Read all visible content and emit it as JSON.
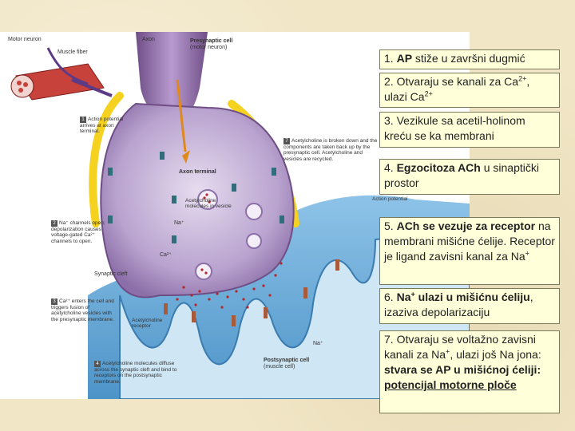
{
  "figure_labels": {
    "motor_neuron": "Motor neuron",
    "muscle_fiber": "Muscle fiber",
    "axon": "Axon",
    "presynaptic_cell": "Presynaptic cell",
    "presynaptic_cell_sub": "(motor neuron)",
    "step1_num": "1",
    "step1": "Action potential arrives at axon terminal.",
    "step7_num": "7",
    "step7": "Acetylcholine is broken down and the components are taken back up by the presynaptic cell. Acetylcholine and vesicles are recycled.",
    "axon_terminal": "Axon terminal",
    "ach_vesicle": "Acetylcholine molecules in vesicle",
    "na_plus": "Na⁺",
    "ca_2plus": "Ca²⁺",
    "action_potential": "Action potential",
    "step2_num": "2",
    "step2": "Na⁺ channels open; depolarization causes voltage-gated Ca²⁺ channels to open.",
    "synaptic_cleft": "Synaptic cleft",
    "step3_num": "3",
    "step3": "Ca²⁺ enters the cell and triggers fusion of acetylcholine vesicles with the presynaptic membrane.",
    "ach_receptor": "Acetylcholine receptor",
    "na_plus_lower": "Na⁺",
    "postsynaptic_cell": "Postsynaptic cell",
    "postsynaptic_cell_sub": "(muscle cell)",
    "step4_num": "4",
    "step4": "Acetylcholine molecules diffuse across the synaptic cleft and bind to receptors on the postsynaptic membrane."
  },
  "boxes": {
    "b1": {
      "num": "1.",
      "bold": "AP",
      "rest": " stiže u završni dugmić"
    },
    "b2": {
      "text": "2. Otvaraju se kanali za Ca",
      "sup": "2+",
      "comma": ",",
      "line2": "ulazi Ca",
      "sup2": "2+"
    },
    "b3": {
      "text": "3. Vezikule sa acetil-holinom kreću se ka membrani"
    },
    "b4": {
      "num": "4. ",
      "bold": "Egzocitoza ACh",
      "rest": " u sinaptički prostor"
    },
    "b5": {
      "num": "5. ",
      "bold1": "ACh se vezuje za receptor",
      "rest": " na membrani mišićne ćelije. Receptor je ligand zavisni kanal za Na",
      "sup": "+"
    },
    "b6": {
      "num": "6. ",
      "bold1": "Na",
      "sup": "+",
      "bold2": " ulazi u mišićnu ćeliju",
      "rest": ", izaziva depolarizaciju"
    },
    "b7": {
      "text": "7. Otvaraju se voltažno zavisni kanali za Na",
      "sup": "+",
      "rest": ", ulazi još Na jona: ",
      "bold1": "stvara se AP u mišićnoj ćeliji",
      "colon": ": ",
      "ul": "potencijal motorne ploče"
    }
  }
}
